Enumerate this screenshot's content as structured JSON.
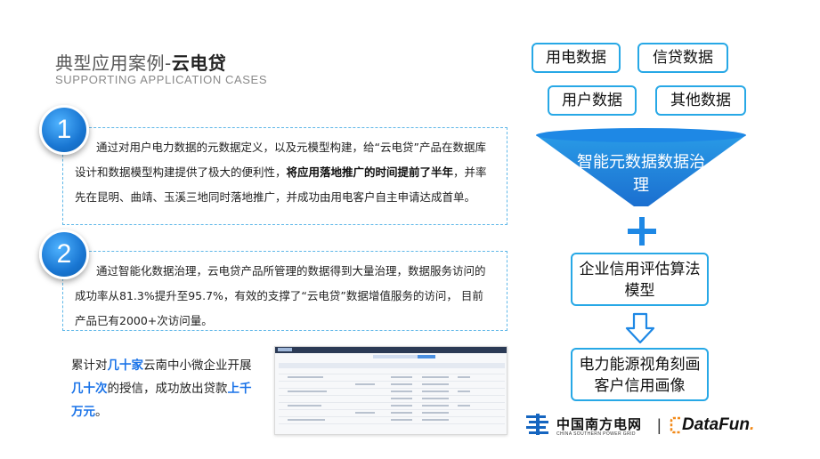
{
  "header": {
    "title_prefix": "典型应用案例-",
    "title_emphasis": "云电贷",
    "subtitle": "SUPPORTING APPLICATION CASES"
  },
  "cases": [
    {
      "number": "1",
      "text_before": "通过对用户电力数据的元数据定义，以及元模型构建，给“云电贷”产品在数据库设计和数据模型构建提供了极大的便利性，",
      "text_bold": "将应用落地推广的时间提前了半年",
      "text_after": "，并率先在昆明、曲靖、玉溪三地同时落地推广，并成功由用电客户自主申请达成首单。"
    },
    {
      "number": "2",
      "text": "通过智能化数据治理，云电贷产品所管理的数据得到大量治理，数据服务访问的成功率从81.3%提升至95.7%，有效的支撑了“云电贷”数据增值服务的访问， 目前产品已有2000+次访问量。"
    }
  ],
  "summary": {
    "p1": "累计对",
    "h1": "几十家",
    "p2": "云南中小微企业开展",
    "h2": "几十次",
    "p3": "的授信，成功放出贷款",
    "h3": "上千万元",
    "p4": "。"
  },
  "diagram": {
    "sources": [
      "用电数据",
      "信贷数据",
      "用户数据",
      "其他数据"
    ],
    "funnel_label": "智能元数据数据治理",
    "model_label": "企业信用评估算法模型",
    "output_label": "电力能源视角刻画客户信用画像"
  },
  "logos": {
    "csg_cn": "中国南方电网",
    "csg_en": "CHINA SOUTHERN POWER GRID",
    "separator": "|",
    "datafun_main": "DataFun",
    "datafun_dot": "."
  },
  "icons": {
    "csg_logo": "csg-logo-icon",
    "datafun_logo": "datafun-bracket-icon",
    "plus": "plus-icon",
    "arrow": "arrow-down-icon"
  },
  "colors": {
    "accent_blue": "#1976d2",
    "box_border": "#27a8e6",
    "highlight_text": "#1a73e8",
    "datafun_orange": "#f28a1a"
  }
}
